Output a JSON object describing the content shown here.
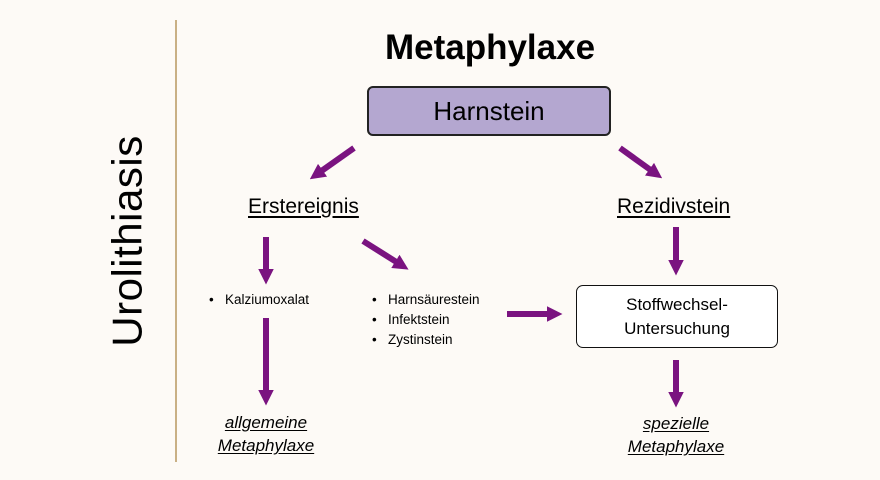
{
  "side_title": "Urolithiasis",
  "title": "Metaphylaxe",
  "root": "Harnstein",
  "branches": {
    "left": "Erstereignis",
    "right": "Rezidivstein"
  },
  "left_bullets": [
    "Kalziumoxalat"
  ],
  "middle_bullets": [
    "Harnsäurestein",
    "Infektstein",
    "Zystinstein"
  ],
  "exam_box": {
    "line1": "Stoffwechsel-",
    "line2": "Untersuchung"
  },
  "results": {
    "left": {
      "line1": "allgemeine",
      "line2": "Metaphylaxe"
    },
    "right": {
      "line1": "spezielle",
      "line2": "Metaphylaxe"
    }
  },
  "colors": {
    "arrow": "#7a1380",
    "root_fill": "#b4a7d0",
    "divider": "#c9b085",
    "background": "#fdfaf6"
  }
}
